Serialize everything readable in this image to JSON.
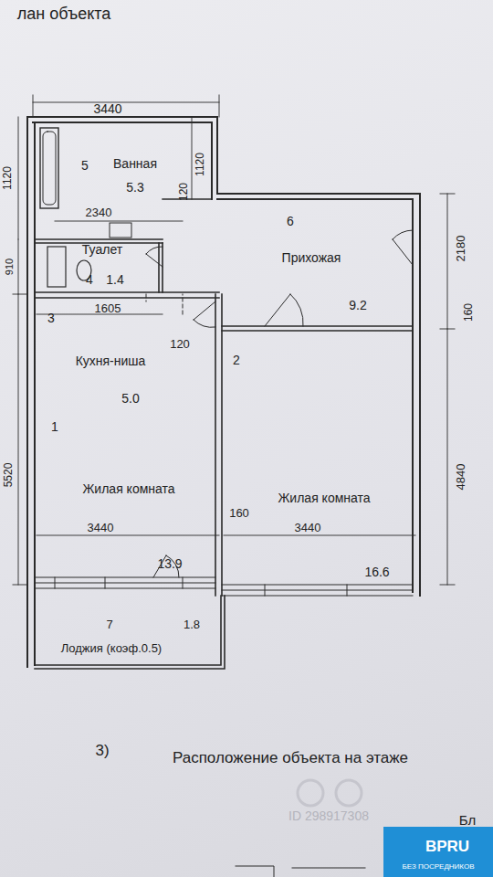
{
  "diagram": {
    "title": "лан объекта",
    "nodes": [
      {
        "text": [
          "5",
          "Ванная",
          "5.3"
        ]
      },
      {
        "text": [
          "Туалет",
          "4",
          "1.4"
        ]
      },
      {
        "text": [
          "6",
          "Прихожая",
          "9.2"
        ]
      },
      {
        "text": [
          "3",
          "Кухня-ниша",
          "5.0"
        ]
      },
      {
        "text": [
          "1",
          "Жилая комната",
          "13.9"
        ]
      },
      {
        "text": [
          "2",
          "Жилая комната",
          "16.6"
        ]
      },
      {
        "text": [
          "7",
          "1.8",
          "Лоджия (коэф.0.5)"
        ]
      }
    ],
    "labels": [
      "1120",
      "3440",
      "1120",
      "120",
      "2340",
      "910",
      "1605",
      "120",
      "5520",
      "3440",
      "160",
      "3440",
      "2180",
      "160",
      "4840",
      "3)",
      "Расположение объекта на этаже",
      "ID 298917308",
      "Бл",
      "BPRU",
      "БЕЗ ПОСРЕДНИКОВ"
    ]
  }
}
